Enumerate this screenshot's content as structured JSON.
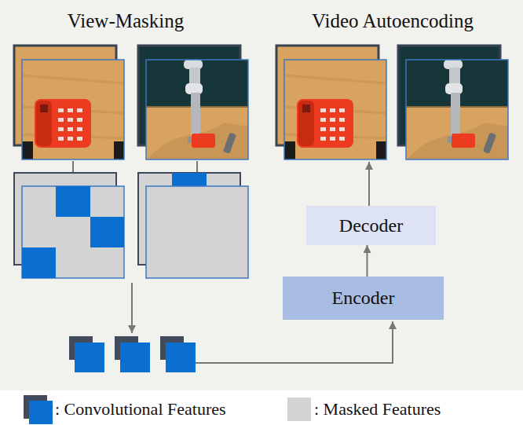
{
  "diagram": {
    "nodes": [
      {
        "text": [
          "Decoder"
        ]
      },
      {
        "text": [
          "Encoder"
        ]
      }
    ],
    "edges": [
      {
        "from": 1,
        "to": 0,
        "arrow": "to"
      }
    ],
    "labels": [
      "View-Masking",
      "Video Autoencoding"
    ],
    "legend": [
      {
        "text": ": Convolutional Features",
        "color": "#0a6fd0"
      },
      {
        "text": ": Masked Features",
        "color": "#d3d3d3"
      }
    ]
  }
}
